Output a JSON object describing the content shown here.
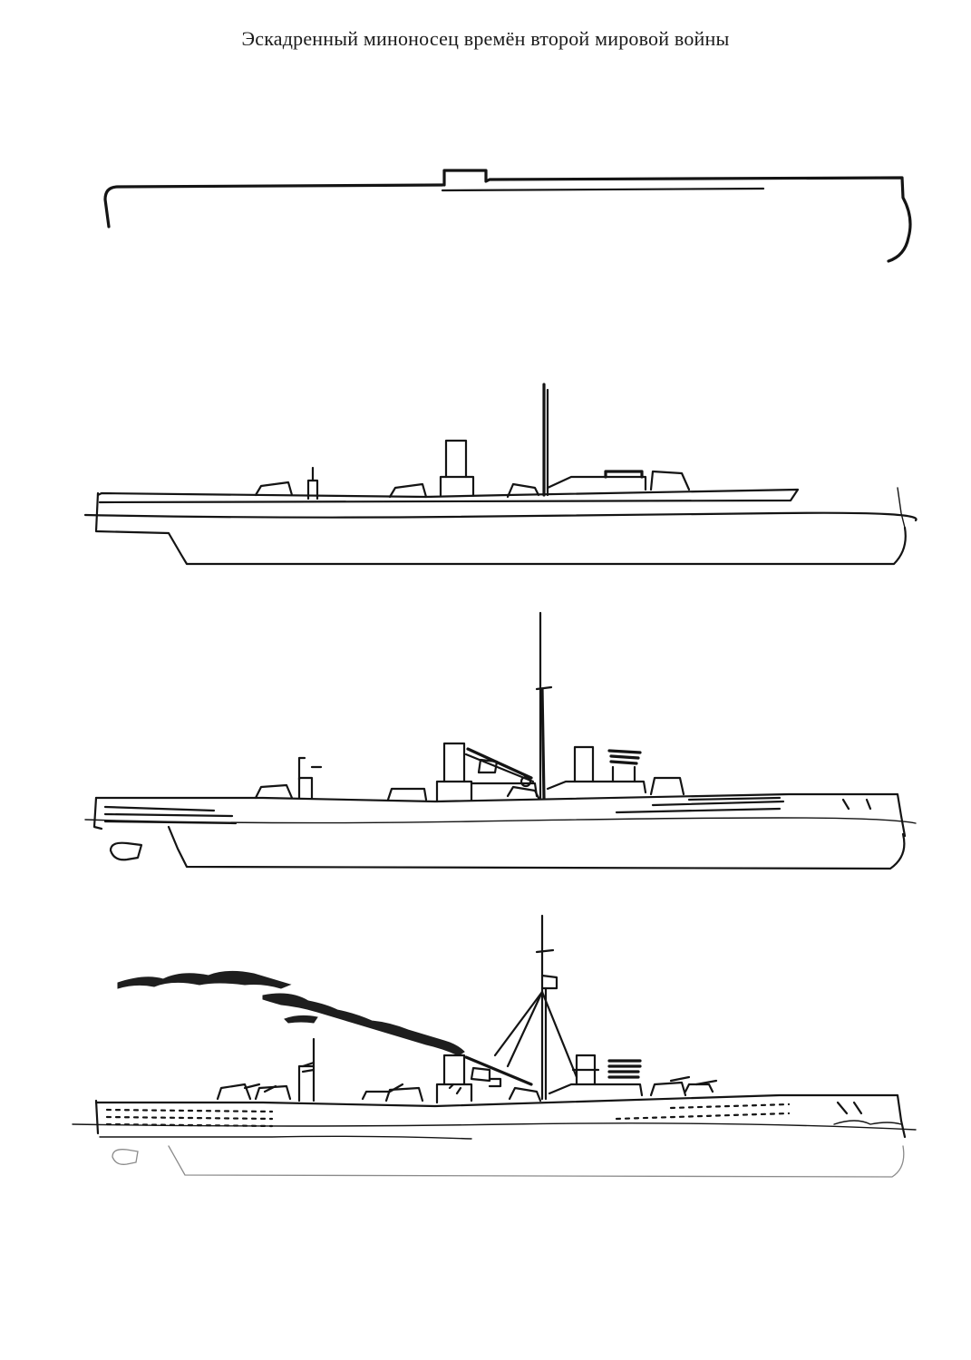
{
  "page": {
    "title": "Эскадренный миноносец времён второй мировой войны"
  },
  "steps": [
    {
      "name": "step-1",
      "description_shown": false
    },
    {
      "name": "step-2",
      "description_shown": false
    },
    {
      "name": "step-3",
      "description_shown": false
    },
    {
      "name": "step-4",
      "description_shown": false
    }
  ],
  "colors": {
    "ink": "#141414",
    "paper": "#ffffff",
    "pencil": "#8a8a8a"
  }
}
